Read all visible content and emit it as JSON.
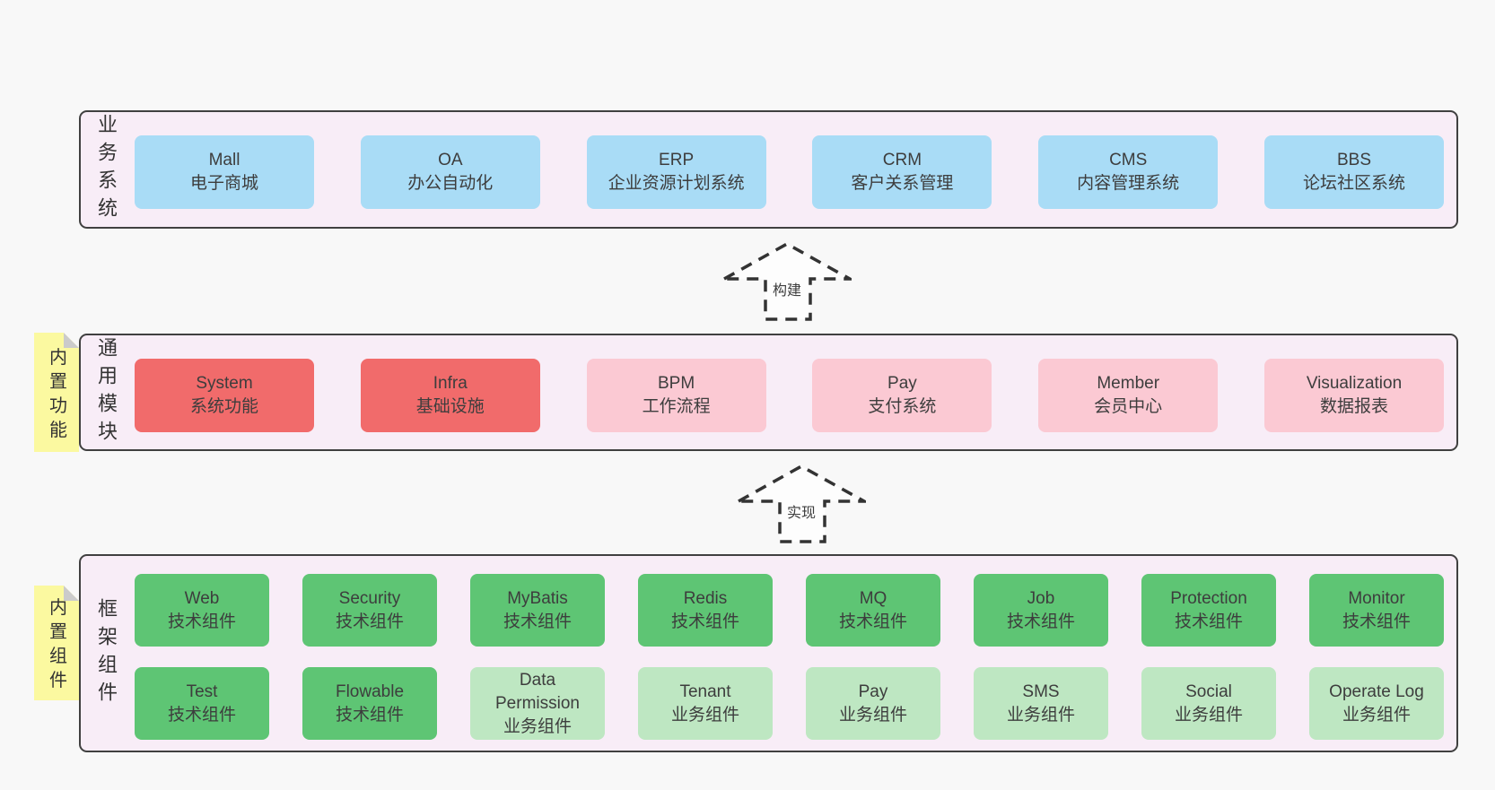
{
  "colors": {
    "page_bg": "#f8f8f8",
    "band_bg": "#f8edf7",
    "band_border": "#404040",
    "box_blue": "#a9dcf6",
    "box_red": "#f16b6b",
    "box_pink": "#fbc9d3",
    "box_green": "#5ec574",
    "box_lightgreen": "#bee7c2",
    "sticky_yellow": "#fbf9a0",
    "sticky_fold": "#cbcbcb",
    "text": "#3d3d3d"
  },
  "arrows": [
    {
      "label": "构建"
    },
    {
      "label": "实现"
    }
  ],
  "bands": [
    {
      "name": "业务系统",
      "boxes": [
        {
          "title": "Mall",
          "subtitle": "电子商城",
          "variant": "blue"
        },
        {
          "title": "OA",
          "subtitle": "办公自动化",
          "variant": "blue"
        },
        {
          "title": "ERP",
          "subtitle": "企业资源计划系统",
          "variant": "blue"
        },
        {
          "title": "CRM",
          "subtitle": "客户关系管理",
          "variant": "blue"
        },
        {
          "title": "CMS",
          "subtitle": "内容管理系统",
          "variant": "blue"
        },
        {
          "title": "BBS",
          "subtitle": "论坛社区系统",
          "variant": "blue"
        }
      ]
    },
    {
      "name": "通用模块",
      "sticky": "内置功能",
      "boxes": [
        {
          "title": "System",
          "subtitle": "系统功能",
          "variant": "red"
        },
        {
          "title": "Infra",
          "subtitle": "基础设施",
          "variant": "red"
        },
        {
          "title": "BPM",
          "subtitle": "工作流程",
          "variant": "pink"
        },
        {
          "title": "Pay",
          "subtitle": "支付系统",
          "variant": "pink"
        },
        {
          "title": "Member",
          "subtitle": "会员中心",
          "variant": "pink"
        },
        {
          "title": "Visualization",
          "subtitle": "数据报表",
          "variant": "pink"
        }
      ]
    },
    {
      "name": "框架组件",
      "sticky": "内置组件",
      "rows": [
        [
          {
            "title": "Web",
            "subtitle": "技术组件",
            "variant": "green"
          },
          {
            "title": "Security",
            "subtitle": "技术组件",
            "variant": "green"
          },
          {
            "title": "MyBatis",
            "subtitle": "技术组件",
            "variant": "green"
          },
          {
            "title": "Redis",
            "subtitle": "技术组件",
            "variant": "green"
          },
          {
            "title": "MQ",
            "subtitle": "技术组件",
            "variant": "green"
          },
          {
            "title": "Job",
            "subtitle": "技术组件",
            "variant": "green"
          },
          {
            "title": "Protection",
            "subtitle": "技术组件",
            "variant": "green"
          },
          {
            "title": "Monitor",
            "subtitle": "技术组件",
            "variant": "green"
          }
        ],
        [
          {
            "title": "Test",
            "subtitle": "技术组件",
            "variant": "green"
          },
          {
            "title": "Flowable",
            "subtitle": "技术组件",
            "variant": "green"
          },
          {
            "title": "Data Permission",
            "subtitle": "业务组件",
            "variant": "lightgreen"
          },
          {
            "title": "Tenant",
            "subtitle": "业务组件",
            "variant": "lightgreen"
          },
          {
            "title": "Pay",
            "subtitle": "业务组件",
            "variant": "lightgreen"
          },
          {
            "title": "SMS",
            "subtitle": "业务组件",
            "variant": "lightgreen"
          },
          {
            "title": "Social",
            "subtitle": "业务组件",
            "variant": "lightgreen"
          },
          {
            "title": "Operate Log",
            "subtitle": "业务组件",
            "variant": "lightgreen"
          }
        ]
      ]
    }
  ]
}
